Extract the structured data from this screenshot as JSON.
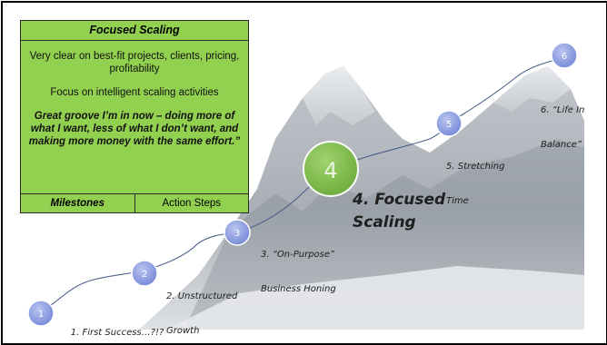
{
  "card": {
    "title": "Focused Scaling",
    "line1": "Very clear on best-fit projects, clients, pricing, profitability",
    "line2": "Focus on intelligent scaling activities",
    "quote": "Great groove I’m in now – doing more of what I want, less of what I don’t want, and making more money with the same effort.”",
    "footer_left": "Milestones",
    "footer_right": "Action Steps"
  },
  "stages": [
    {
      "number": "1",
      "label_line1": "1. First Success…?!?",
      "label_line2": ""
    },
    {
      "number": "2",
      "label_line1": "2. Unstructured",
      "label_line2": "Growth"
    },
    {
      "number": "3",
      "label_line1": "3. “On-Purpose”",
      "label_line2": "Business Honing"
    },
    {
      "number": "4",
      "label_line1": "4. Focused",
      "label_line2": "Scaling"
    },
    {
      "number": "5",
      "label_line1": "5. Stretching",
      "label_line2": "Time"
    },
    {
      "number": "6",
      "label_line1": "6. “Life In",
      "label_line2": "Balance”"
    }
  ],
  "colors": {
    "card_fill": "#92d050",
    "stage_circle": "#8a9be0",
    "focus_circle": "#7fbf3f",
    "path": "#4a5f8a"
  }
}
